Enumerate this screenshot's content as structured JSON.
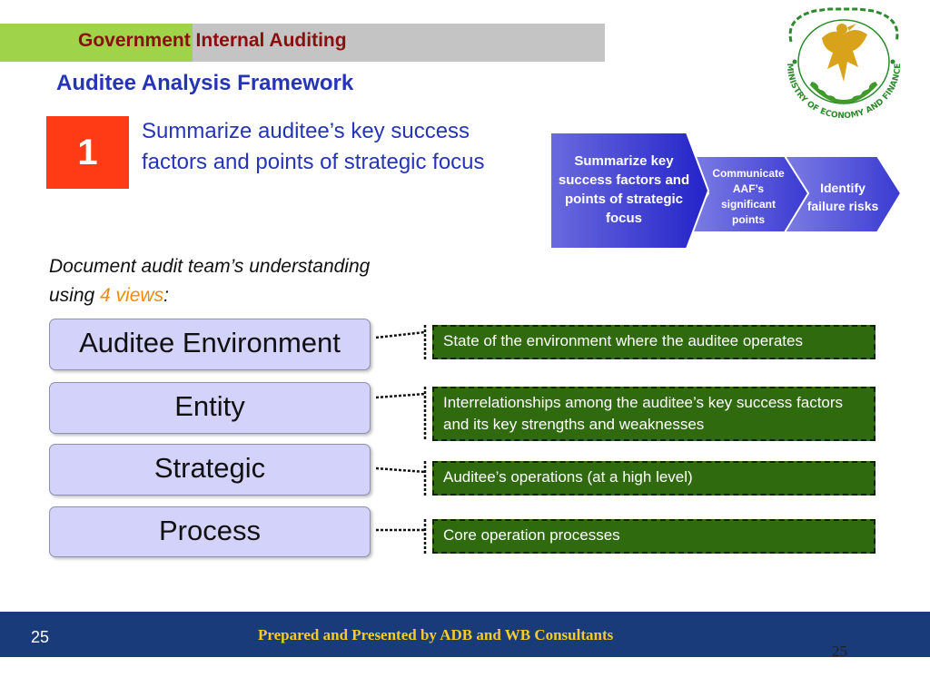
{
  "header": {
    "title": "Government Internal Auditing",
    "subtitle": "Auditee Analysis Framework"
  },
  "logo": {
    "ring_text": "MINISTRY OF ECONOMY AND FINANCE",
    "colors": {
      "ring": "#2c8a2c",
      "bird": "#d9a21b",
      "wreath": "#3f9a2a"
    }
  },
  "step": {
    "number": "1",
    "text": "Summarize auditee’s key success factors and points of strategic focus"
  },
  "flow": {
    "steps": [
      "Summarize key success factors and points of strategic focus",
      "Communicate AAF’s significant points",
      "Identify failure risks"
    ]
  },
  "intro": {
    "before": "Document audit team’s understanding using ",
    "highlight": "4 views",
    "after": ":"
  },
  "views": [
    {
      "label": "Auditee Environment",
      "description": "State of the environment where the auditee operates"
    },
    {
      "label": "Entity",
      "description": "Interrelationships among the auditee’s key success factors and its key strengths and weaknesses"
    },
    {
      "label": "Strategic",
      "description": "Auditee’s operations (at a high level)"
    },
    {
      "label": "Process",
      "description": "Core operation processes"
    }
  ],
  "footer": {
    "page_number": "25",
    "text": "Prepared and Presented by ADB and WB Consultants",
    "page_number_repeat": "25"
  },
  "colors": {
    "accent_blue": "#2535b5",
    "step_red": "#ff3b16",
    "highlight_orange": "#f08c00",
    "desc_green": "#2f6a0e",
    "footer_blue": "#193b7a"
  }
}
